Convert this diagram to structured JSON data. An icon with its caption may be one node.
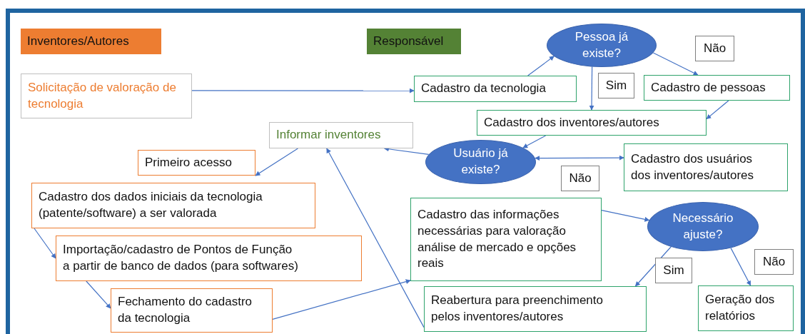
{
  "diagram": {
    "nodes": [
      {
        "text": [
          "Inventores/Autores"
        ]
      },
      {
        "text": [
          "Responsável"
        ]
      },
      {
        "text": [
          "Pessoa já existe?"
        ]
      },
      {
        "text": [
          "Não"
        ]
      },
      {
        "text": [
          "Solicitação de valoração de tecnologia"
        ]
      },
      {
        "text": [
          "Cadastro da tecnologia"
        ]
      },
      {
        "text": [
          "Sim"
        ]
      },
      {
        "text": [
          "Cadastro de pessoas"
        ]
      },
      {
        "text": [
          "Cadastro dos inventores/autores"
        ]
      },
      {
        "text": [
          "Informar inventores"
        ]
      },
      {
        "text": [
          "Primeiro acesso"
        ]
      },
      {
        "text": [
          "Usuário já existe?"
        ]
      },
      {
        "text": [
          "Cadastro dos usuários dos inventores/autores"
        ]
      },
      {
        "text": [
          "Não"
        ]
      },
      {
        "text": [
          "Cadastro dos dados iniciais da tecnologia (patente/software) a ser valorada"
        ]
      },
      {
        "text": [
          "Cadastro das informações necessárias para valoração análise de mercado e opções reais"
        ]
      },
      {
        "text": [
          "Necessário ajuste?"
        ]
      },
      {
        "text": [
          "Importação/cadastro de Pontos de Função a partir de banco de dados (para softwares)"
        ]
      },
      {
        "text": [
          "Sim"
        ]
      },
      {
        "text": [
          "Não"
        ]
      },
      {
        "text": [
          "Fechamento do cadastro da tecnologia"
        ]
      },
      {
        "text": [
          "Reabertura para preenchimento pelos inventores/autores"
        ]
      },
      {
        "text": [
          "Geração dos relatórios"
        ]
      }
    ],
    "edges": [
      {
        "from": 4,
        "to": 5,
        "arrow": "to"
      },
      {
        "from": 5,
        "to": 2,
        "arrow": "to"
      },
      {
        "from": 2,
        "to": 7,
        "arrow": "to"
      },
      {
        "from": 2,
        "to": 8,
        "arrow": "to"
      },
      {
        "from": 7,
        "to": 8,
        "arrow": "to"
      },
      {
        "from": 8,
        "to": 11,
        "arrow": "to"
      },
      {
        "from": 11,
        "to": 9,
        "arrow": "to"
      },
      {
        "from": 11,
        "to": 12,
        "arrow": "both"
      },
      {
        "from": 9,
        "to": 10,
        "arrow": "to"
      },
      {
        "from": 14,
        "to": 17,
        "arrow": "to"
      },
      {
        "from": 17,
        "to": 20,
        "arrow": "to"
      },
      {
        "from": 20,
        "to": 15,
        "arrow": "to"
      },
      {
        "from": 21,
        "to": 9,
        "arrow": "to"
      },
      {
        "from": 15,
        "to": 16,
        "arrow": "to"
      },
      {
        "from": 16,
        "to": 21,
        "arrow": "to"
      },
      {
        "from": 16,
        "to": 22,
        "arrow": "to"
      }
    ]
  }
}
